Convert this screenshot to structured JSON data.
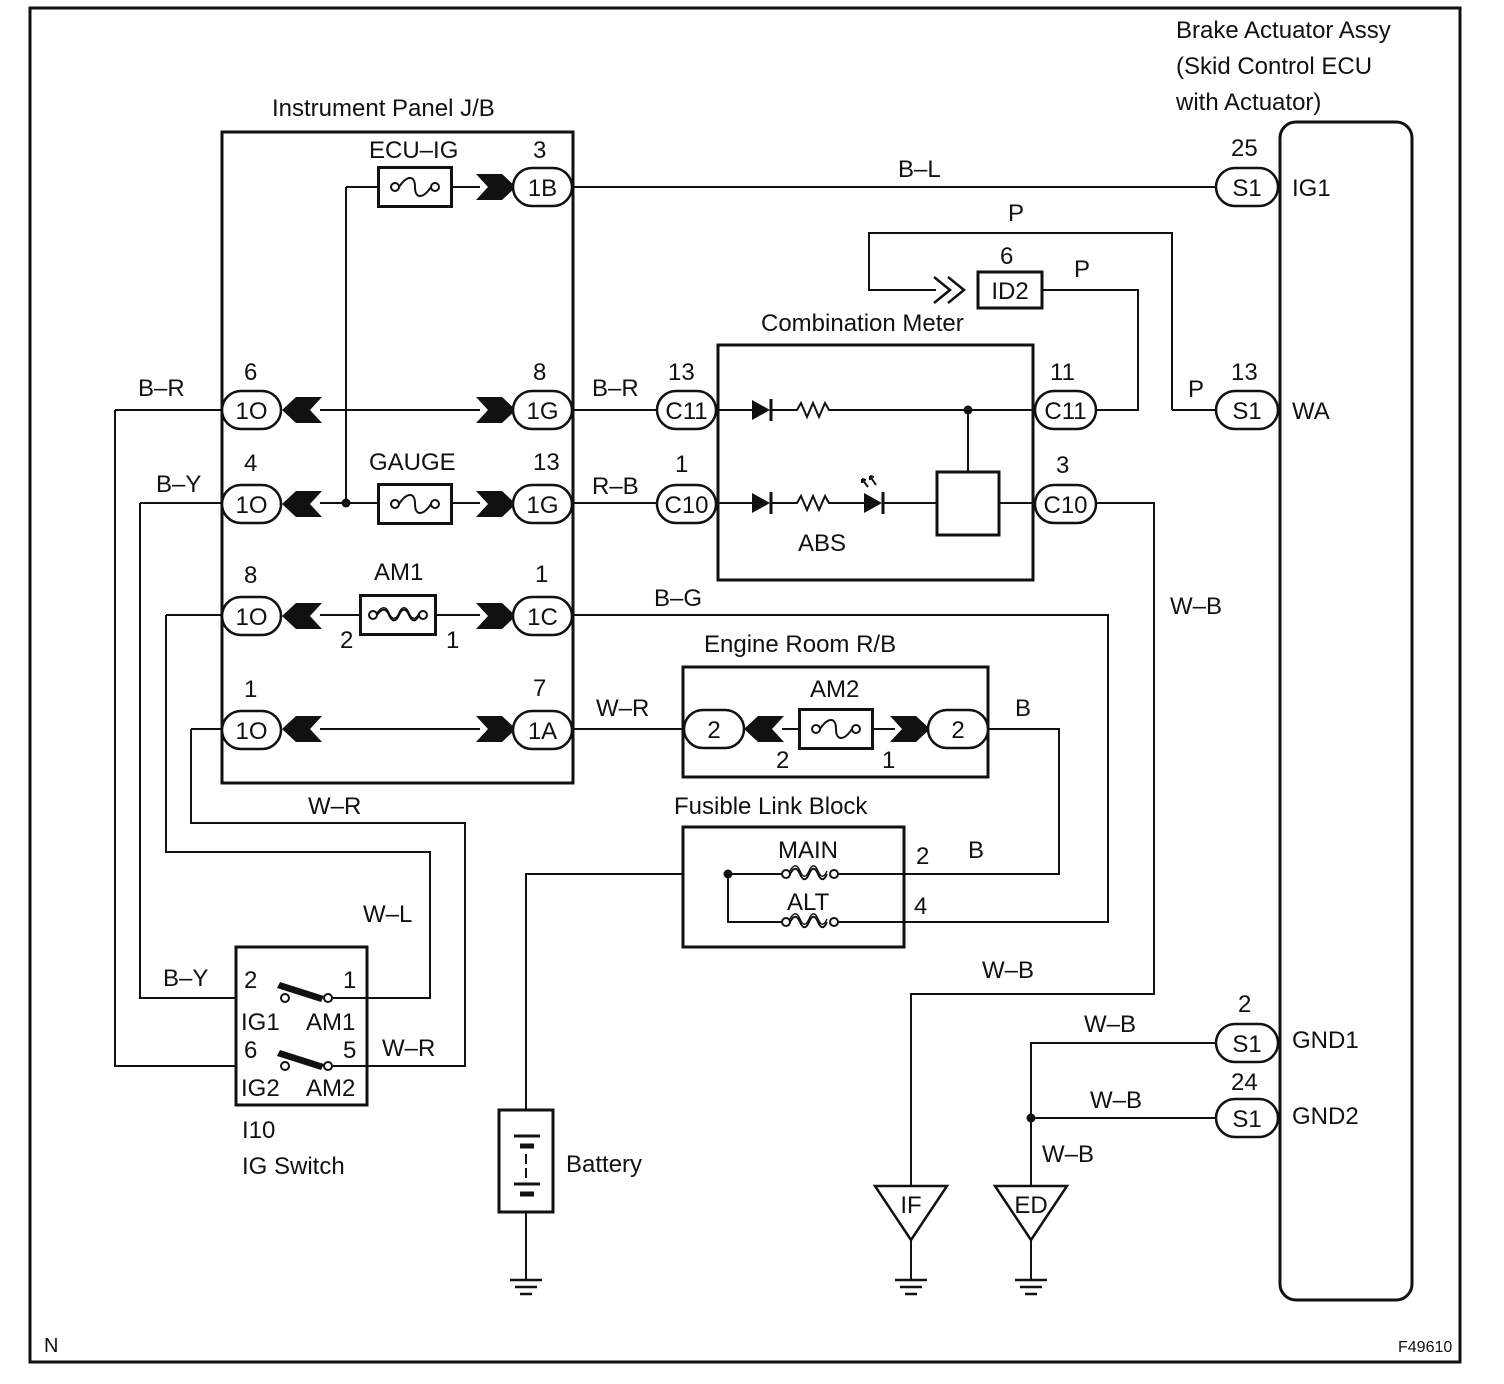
{
  "diagram": {
    "corner_mark": "N",
    "figure_id": "F49610"
  },
  "components": {
    "jb": "Instrument Panel J/B",
    "brake_actuator": [
      "Brake Actuator Assy",
      "(Skid Control ECU",
      "with Actuator)"
    ],
    "combination_meter": "Combination Meter",
    "engine_room_rb": "Engine Room R/B",
    "fusible_link_block": "Fusible Link Block",
    "ig_switch_id": "I10",
    "ig_switch": "IG Switch",
    "battery": "Battery",
    "ground_if": "IF",
    "ground_ed": "ED",
    "abs_label": "ABS"
  },
  "fuses": {
    "ecu_ig": "ECU–IG",
    "gauge": "GAUGE",
    "am1": "AM1",
    "am2": "AM2",
    "main": "MAIN",
    "alt": "ALT"
  },
  "connectors": {
    "jb_1b": "1B",
    "jb_1g_a": "1G",
    "jb_1g_b": "1G",
    "jb_1c": "1C",
    "jb_1a": "1A",
    "jb_1o_a": "1O",
    "jb_1o_b": "1O",
    "jb_1o_c": "1O",
    "jb_1o_d": "1O",
    "c11_in": "C11",
    "c10_in": "C10",
    "c11_out": "C11",
    "c10_out": "C10",
    "id2": "ID2",
    "s1_ig1": "S1",
    "s1_wa": "S1",
    "s1_gnd1": "S1",
    "s1_gnd2": "S1",
    "rb_left": "2",
    "rb_right": "2"
  },
  "pins": {
    "jb_1b": "3",
    "jb_1g_a": "8",
    "jb_1g_b": "13",
    "jb_1c": "1",
    "jb_1a": "7",
    "jb_1o_a": "6",
    "jb_1o_b": "4",
    "jb_1o_c": "8",
    "jb_1o_d": "1",
    "c11_in": "13",
    "c10_in": "1",
    "c11_out": "11",
    "c10_out": "3",
    "id2": "6",
    "s1_ig1": "25",
    "s1_wa": "13",
    "s1_gnd1": "2",
    "s1_gnd2": "24",
    "am1_left": "2",
    "am1_right": "1",
    "am2_left": "2",
    "am2_right": "1",
    "fl_main": "2",
    "fl_alt": "4",
    "sw_ig1": "2",
    "sw_am1": "1",
    "sw_ig2": "6",
    "sw_am2": "5"
  },
  "terminals": {
    "ig1": "IG1",
    "wa": "WA",
    "gnd1": "GND1",
    "gnd2": "GND2",
    "sw_ig1": "IG1",
    "sw_am1": "AM1",
    "sw_ig2": "IG2",
    "sw_am2": "AM2"
  },
  "wires": {
    "b_l": "B–L",
    "p_top": "P",
    "p_mid": "P",
    "p_wa": "P",
    "b_r_left": "B–R",
    "b_r_right": "B–R",
    "b_y_left": "B–Y",
    "r_b": "R–B",
    "b_g": "B–G",
    "w_r_jb": "W–R",
    "w_r_mid": "W–R",
    "w_r_sw": "W–R",
    "b_rb": "B",
    "b_fl": "B",
    "w_b_meter": "W–B",
    "w_b_if": "W–B",
    "w_b_gnd1": "W–B",
    "w_b_gnd2": "W–B",
    "w_b_ed": "W–B",
    "w_l": "W–L",
    "b_y_sw": "B–Y"
  }
}
